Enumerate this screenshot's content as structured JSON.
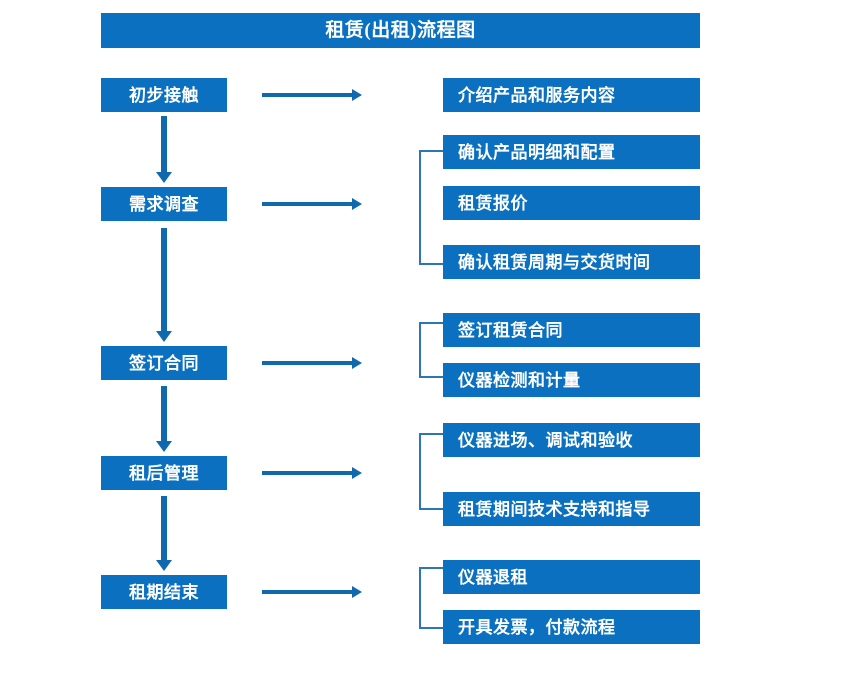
{
  "chart_title": "租赁(出租)流程图",
  "colors": {
    "box_fill": "#0a70bf",
    "arrow": "#1068ad",
    "bracket": "#2e75b6",
    "text": "#ffffff",
    "background": "#ffffff"
  },
  "title": {
    "label": "租赁(出租)流程图"
  },
  "stages": [
    {
      "label": "初步接触"
    },
    {
      "label": "需求调查"
    },
    {
      "label": "签订合同"
    },
    {
      "label": "租后管理"
    },
    {
      "label": "租期结束"
    }
  ],
  "details": {
    "group1": [
      {
        "label": "介绍产品和服务内容"
      }
    ],
    "group2": [
      {
        "label": "确认产品明细和配置"
      },
      {
        "label": "租赁报价"
      },
      {
        "label": "确认租赁周期与交货时间"
      }
    ],
    "group3": [
      {
        "label": "签订租赁合同"
      },
      {
        "label": "仪器检测和计量"
      }
    ],
    "group4": [
      {
        "label": "仪器进场、调试和验收"
      },
      {
        "label": "租赁期间技术支持和指导"
      }
    ],
    "group5": [
      {
        "label": "仪器退租"
      },
      {
        "label": "开具发票，付款流程"
      }
    ]
  },
  "connectors": {
    "vertical_arrows": [
      {
        "from": "初步接触",
        "to": "需求调查"
      },
      {
        "from": "需求调查",
        "to": "签订合同"
      },
      {
        "from": "签订合同",
        "to": "租后管理"
      },
      {
        "from": "租后管理",
        "to": "租期结束"
      }
    ],
    "horizontal_arrows": [
      {
        "from": "初步接触",
        "to": "介绍产品和服务内容"
      },
      {
        "from": "需求调查",
        "to": "需求调查明细组"
      },
      {
        "from": "签订合同",
        "to": "签订合同明细组"
      },
      {
        "from": "租后管理",
        "to": "租后管理明细组"
      },
      {
        "from": "租期结束",
        "to": "租期结束明细组"
      }
    ],
    "brackets": [
      {
        "group": "group2"
      },
      {
        "group": "group3"
      },
      {
        "group": "group4"
      },
      {
        "group": "group5"
      }
    ]
  }
}
